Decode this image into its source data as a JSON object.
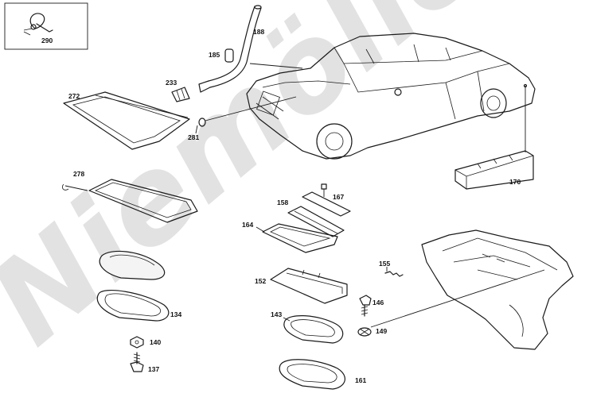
{
  "watermark": "Niemöller",
  "callouts": {
    "c290": "290",
    "c188": "188",
    "c185": "185",
    "c233": "233",
    "c272": "272",
    "c281": "281",
    "c278": "278",
    "c167": "167",
    "c158": "158",
    "c164": "164",
    "c170": "170",
    "c155": "155",
    "c152": "152",
    "c146": "146",
    "c143": "143",
    "c149": "149",
    "c134": "134",
    "c140": "140",
    "c137": "137",
    "c161": "161"
  }
}
